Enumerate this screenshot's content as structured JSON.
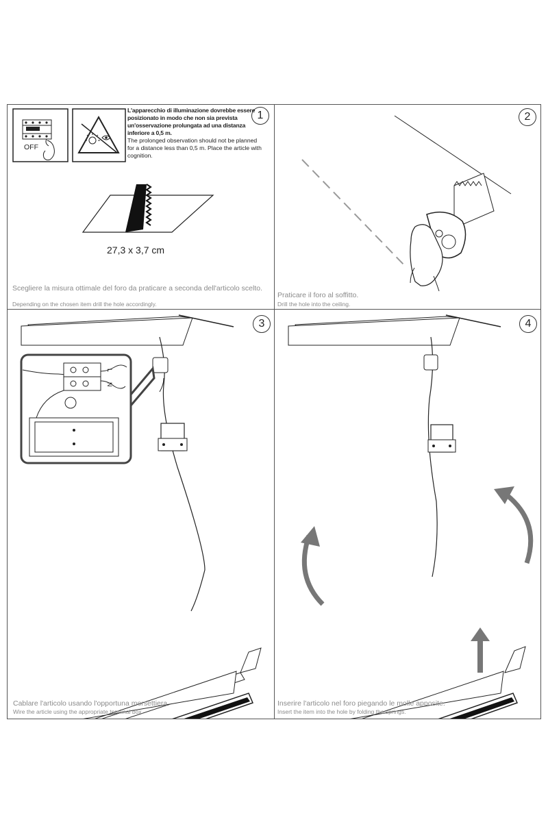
{
  "panels": [
    {
      "step": "1",
      "warning_it": "L'apparecchio di illuminazione dovrebbe essere posizionato in modo che non sia prevista un'osservazione prolungata ad una distanza inferiore a 0,5 m.",
      "warning_en": "The prolonged observation should not be planned for a distance less than 0,5 m. Place the article with cognition.",
      "switch_label": "OFF",
      "measure": "27,3 x 3,7 cm",
      "caption_it": "Scegliere la misura ottimale del foro da praticare a seconda dell'articolo scelto.",
      "caption_en": "Depending on the chosen item drill the hole accordingly."
    },
    {
      "step": "2",
      "caption_it": "Praticare il foro al soffitto.",
      "caption_en": "Drill the hole into the ceiling."
    },
    {
      "step": "3",
      "terminal_labels": [
        "L",
        "N"
      ],
      "caption_it": "Cablare l'articolo usando l'opportuna morsettiera.",
      "caption_en": "Wire the article using the appropriate terminal box."
    },
    {
      "step": "4",
      "caption_it": "Inserire l'articolo nel foro piegando le molle apposite.",
      "caption_en": "Insert the item into the hole by folding the springs."
    }
  ]
}
